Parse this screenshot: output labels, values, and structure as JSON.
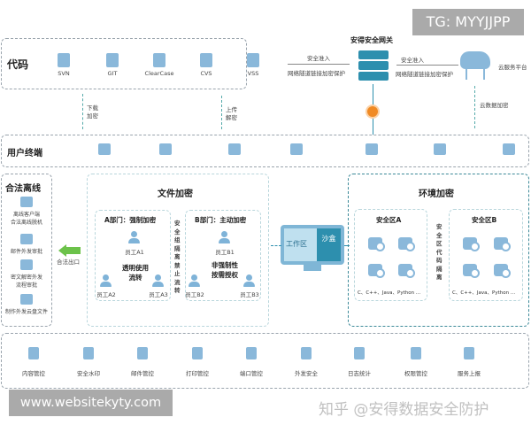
{
  "watermarks": {
    "top": "TG: MYYJJPP",
    "bottom": "www.websitekyty.com",
    "zhihu": "知乎 @安得数据安全防护"
  },
  "code": {
    "title": "代码",
    "items": [
      "SVN",
      "GIT",
      "ClearCase",
      "CVS",
      "VSS"
    ]
  },
  "gateway": {
    "title": "安得安全网关",
    "left_top": "安全准入",
    "left_bottom": "网络隧道链接加密保护",
    "right_top": "安全准入",
    "right_bottom": "网络隧道链接加密保护"
  },
  "cloud": {
    "label": "云服务平台",
    "down_label": "云数据加密"
  },
  "arrows": {
    "download": "下载\n加密",
    "upload": "上传\n解密"
  },
  "terminal": {
    "title": "用户终端",
    "icons": [
      "windows-icon",
      "linux-icon",
      "monitor-icon",
      "kylin-icon",
      "desktop-icon",
      "laptop-icon",
      "android-icon"
    ]
  },
  "offline": {
    "title": "合法离线",
    "items": [
      "离线客户端\n合法离线脱机",
      "邮件外发审批",
      "密文解密外发\n流程审批",
      "制作外发云盘文件"
    ],
    "exit_label": "合法出口"
  },
  "file_enc": {
    "title": "文件加密",
    "dept_a": {
      "title": "A部门：强制加密",
      "center": "透明使用\n流转",
      "staff": [
        "员工A1",
        "员工A2",
        "员工A3"
      ]
    },
    "isolation": "安全组隔离禁止流转",
    "dept_b": {
      "title": "B部门：主动加密",
      "center": "非强制性\n按需授权",
      "staff": [
        "员工B1",
        "员工B2",
        "员工B3"
      ]
    }
  },
  "workstation": {
    "work": "工作区",
    "sandbox": "沙盒"
  },
  "env_enc": {
    "title": "环境加密",
    "zone_a": {
      "title": "安全区A",
      "langs": "C、C++、Java、Python ..."
    },
    "isolation": "安全区代码隔离",
    "zone_b": {
      "title": "安全区B",
      "langs": "C、C++、Java、Python ..."
    }
  },
  "controls": [
    "内容管控",
    "安全水印",
    "邮件管控",
    "打印管控",
    "端口管控",
    "外发安全",
    "日志统计",
    "权限管控",
    "服务上报"
  ],
  "colors": {
    "accent": "#2e8fb0",
    "icon": "#8ab8da",
    "green": "#6cc24a",
    "orange": "#f08a24"
  }
}
